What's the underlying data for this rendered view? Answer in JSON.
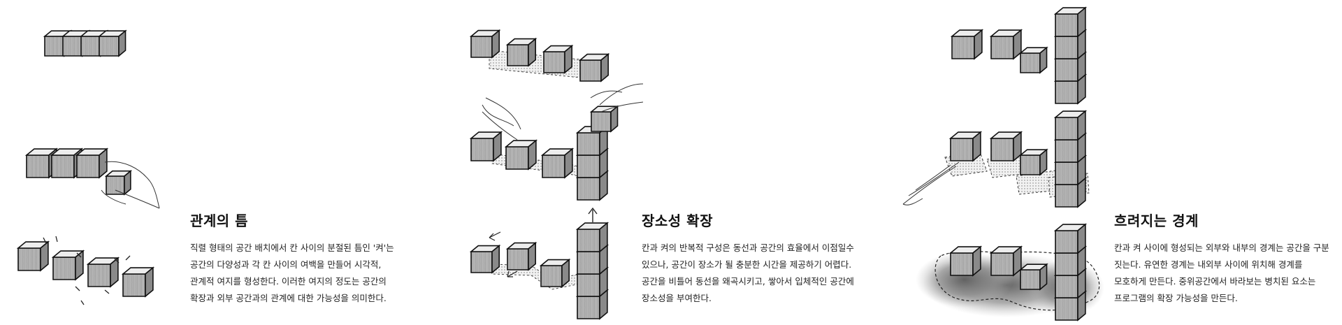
{
  "panels": [
    {
      "title": "관계의 틈",
      "body": "직렬 형태의 공간 배치에서 칸 사이의 분절된 틈인 '켜'는 공간의 다양성과 각 칸 사이의 여백을 만들어 시각적, 관계적 여지를 형성한다. 이러한 여지의 정도는 공간의 확장과 외부 공간과의 관계에 대한 가능성을 의미한다."
    },
    {
      "title": "장소성 확장",
      "body": "칸과 켜의 반복적 구성은 동선과 공간의 효율에서 이점일수 있으나, 공간이 장소가 될 충분한 시간을 제공하기 어렵다. 공간을 비틀어 동선을 왜곡시키고, 쌓아서 입체적인 공간에 장소성을 부여한다."
    },
    {
      "title": "흐려지는 경계",
      "body": "칸과 켜 사이에 형성되는 외부와 내부의 경계는 공간을 구분 짓는다. 유연한 경계는 내외부 사이에 위치해 경계를 모호하게 만든다. 중위공간에서 바라보는 병치된 요소는 프로그램의 확장 가능성을 만든다."
    }
  ]
}
